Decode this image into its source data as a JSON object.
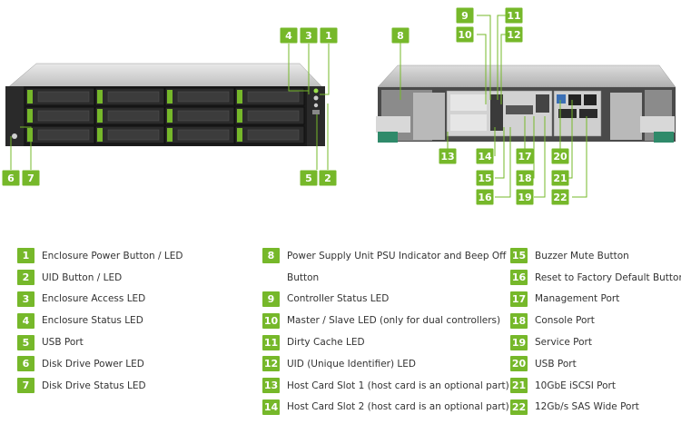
{
  "badges": [
    "1",
    "2",
    "3",
    "4",
    "5",
    "6",
    "7",
    "8",
    "9",
    "10",
    "11",
    "12",
    "13",
    "14",
    "15",
    "16",
    "17",
    "18",
    "19",
    "20",
    "21",
    "22"
  ],
  "legend": {
    "col1": [
      {
        "n": "1",
        "text": "Enclosure Power Button / LED"
      },
      {
        "n": "2",
        "text": "UID Button / LED"
      },
      {
        "n": "3",
        "text": "Enclosure Access LED"
      },
      {
        "n": "4",
        "text": "Enclosure Status LED"
      },
      {
        "n": "5",
        "text": "USB Port"
      },
      {
        "n": "6",
        "text": "Disk Drive Power LED"
      },
      {
        "n": "7",
        "text": "Disk Drive Status LED"
      }
    ],
    "col2": [
      {
        "n": "8",
        "text": "Power Supply Unit PSU Indicator and Beep Off",
        "cont": "Button"
      },
      {
        "n": "9",
        "text": "Controller Status LED"
      },
      {
        "n": "10",
        "text": "Master / Slave LED (only for dual controllers)"
      },
      {
        "n": "11",
        "text": "Dirty Cache LED"
      },
      {
        "n": "12",
        "text": "UID (Unique Identifier) LED"
      },
      {
        "n": "13",
        "text": "Host Card Slot 1 (host card is an optional part)"
      },
      {
        "n": "14",
        "text": "Host Card Slot 2 (host card is an optional part)"
      }
    ],
    "col3": [
      {
        "n": "15",
        "text": "Buzzer Mute Button"
      },
      {
        "n": "16",
        "text": "Reset to Factory Default Button"
      },
      {
        "n": "17",
        "text": "Management Port"
      },
      {
        "n": "18",
        "text": "Console Port"
      },
      {
        "n": "19",
        "text": "Service Port"
      },
      {
        "n": "20",
        "text": "USB Port"
      },
      {
        "n": "21",
        "text": "10GbE iSCSI Port"
      },
      {
        "n": "22",
        "text": "12Gb/s SAS Wide Port"
      }
    ]
  },
  "colors": {
    "accent": "#76b82a",
    "chassis": "#1e1e1e",
    "drive": "#2b2b2b",
    "lid": "#d6d6d6"
  }
}
